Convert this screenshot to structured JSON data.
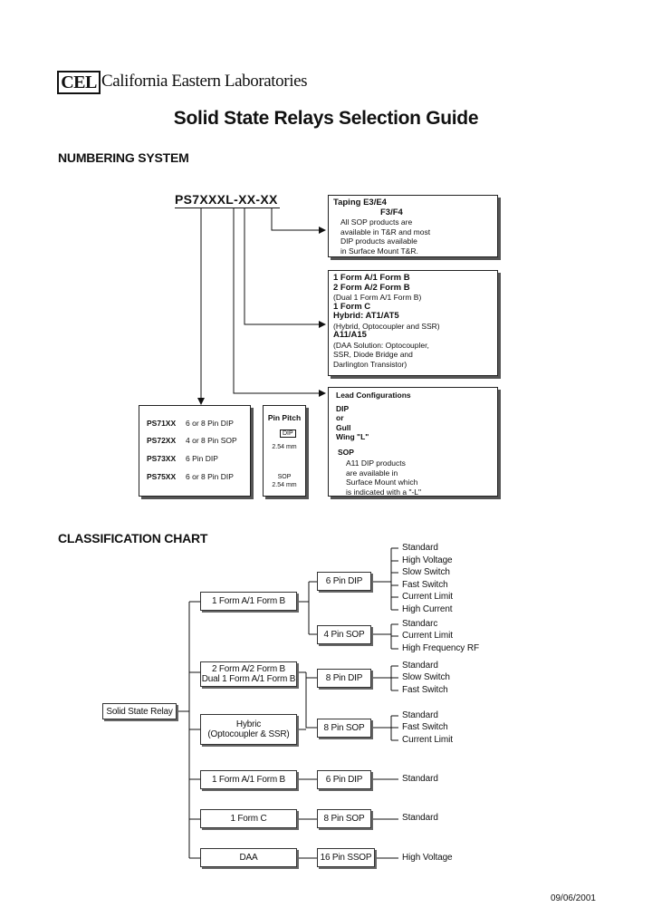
{
  "header": {
    "logo_mark": "CEL",
    "company_name": "California Eastern Laboratories"
  },
  "title": "Solid State Relays Selection Guide",
  "numbering": {
    "heading": "NUMBERING SYSTEM",
    "part_number": "PS7XXXL-XX-XX",
    "taping": {
      "line1": "Taping E3/E4",
      "line2": "F3/F4",
      "notes": [
        "All SOP products are",
        "available in T&R and most",
        "DIP products available",
        "in Surface Mount T&R."
      ]
    },
    "forms": {
      "lines": [
        {
          "text": "1 Form A/1 Form B",
          "bold": true
        },
        {
          "text": "2 Form A/2 Form B",
          "bold": true
        },
        {
          "text": "(Dual 1 Form A/1 Form B)",
          "bold": false
        },
        {
          "text": "1 Form C",
          "bold": true
        },
        {
          "text": "Hybrid: AT1/AT5",
          "bold": true
        },
        {
          "text": "(Hybrid, Optocoupler and SSR)",
          "bold": false
        },
        {
          "text": "A11/A15",
          "bold": true
        },
        {
          "text": "(DAA Solution: Optocoupler,",
          "bold": false
        },
        {
          "text": "SSR, Diode Bridge and",
          "bold": false
        },
        {
          "text": "Darlington Transistor)",
          "bold": false
        }
      ]
    },
    "lead_config": {
      "title": "Lead Configurations",
      "dip_lines": [
        "DIP",
        "or",
        "Gull",
        "Wing \"L\""
      ],
      "sop_label": "SOP",
      "notes": [
        "A11 DIP products",
        "are available in",
        "Surface Mount which",
        "is indicated with a \"-L\""
      ]
    },
    "families": [
      {
        "code": "PS71XX",
        "desc": "6 or 8 Pin DIP"
      },
      {
        "code": "PS72XX",
        "desc": "4 or 8 Pin SOP"
      },
      {
        "code": "PS73XX",
        "desc": "6 Pin DIP"
      },
      {
        "code": "PS75XX",
        "desc": "6 or 8 Pin DIP"
      }
    ],
    "pin_pitch": {
      "title": "Pin Pitch",
      "dip_label": "DIP",
      "dip_pitch": "2.54 mm",
      "sop_label": "SOP",
      "sop_pitch": "2.54 mm"
    }
  },
  "classification": {
    "heading": "CLASSIFICATION CHART",
    "root": "Solid State Relay",
    "categories": [
      {
        "label": "1 Form A/1 Form B"
      },
      {
        "label": "2 Form A/2 Form B\nDual 1 Form A/1 Form B"
      },
      {
        "label": "Hybric\n(Optocoupler & SSR)"
      },
      {
        "label": "1 Form A/1 Form B"
      },
      {
        "label": "1 Form C"
      },
      {
        "label": "DAA"
      }
    ],
    "packages": [
      {
        "label": "6 Pin DIP",
        "leaves": [
          "Standard",
          "High Voltage",
          "Slow Switch",
          "Fast Switch",
          "Current Limit",
          "High Current"
        ]
      },
      {
        "label": "4 Pin SOP",
        "leaves": [
          "Standarc",
          "Current Limit",
          "High Frequency RF"
        ]
      },
      {
        "label": "8 Pin DIP",
        "leaves": [
          "Standard",
          "Slow Switch",
          "Fast Switch"
        ]
      },
      {
        "label": "8 Pin SOP",
        "leaves": [
          "Standard",
          "Fast Switch",
          "Current Limit"
        ]
      },
      {
        "label": "6 Pin DIP",
        "leaves": [
          "Standard"
        ]
      },
      {
        "label": "8 Pin SOP",
        "leaves": [
          "Standard"
        ]
      },
      {
        "label": "16 Pin SSOP",
        "leaves": [
          "High Voltage"
        ]
      }
    ]
  },
  "date": "09/06/2001"
}
